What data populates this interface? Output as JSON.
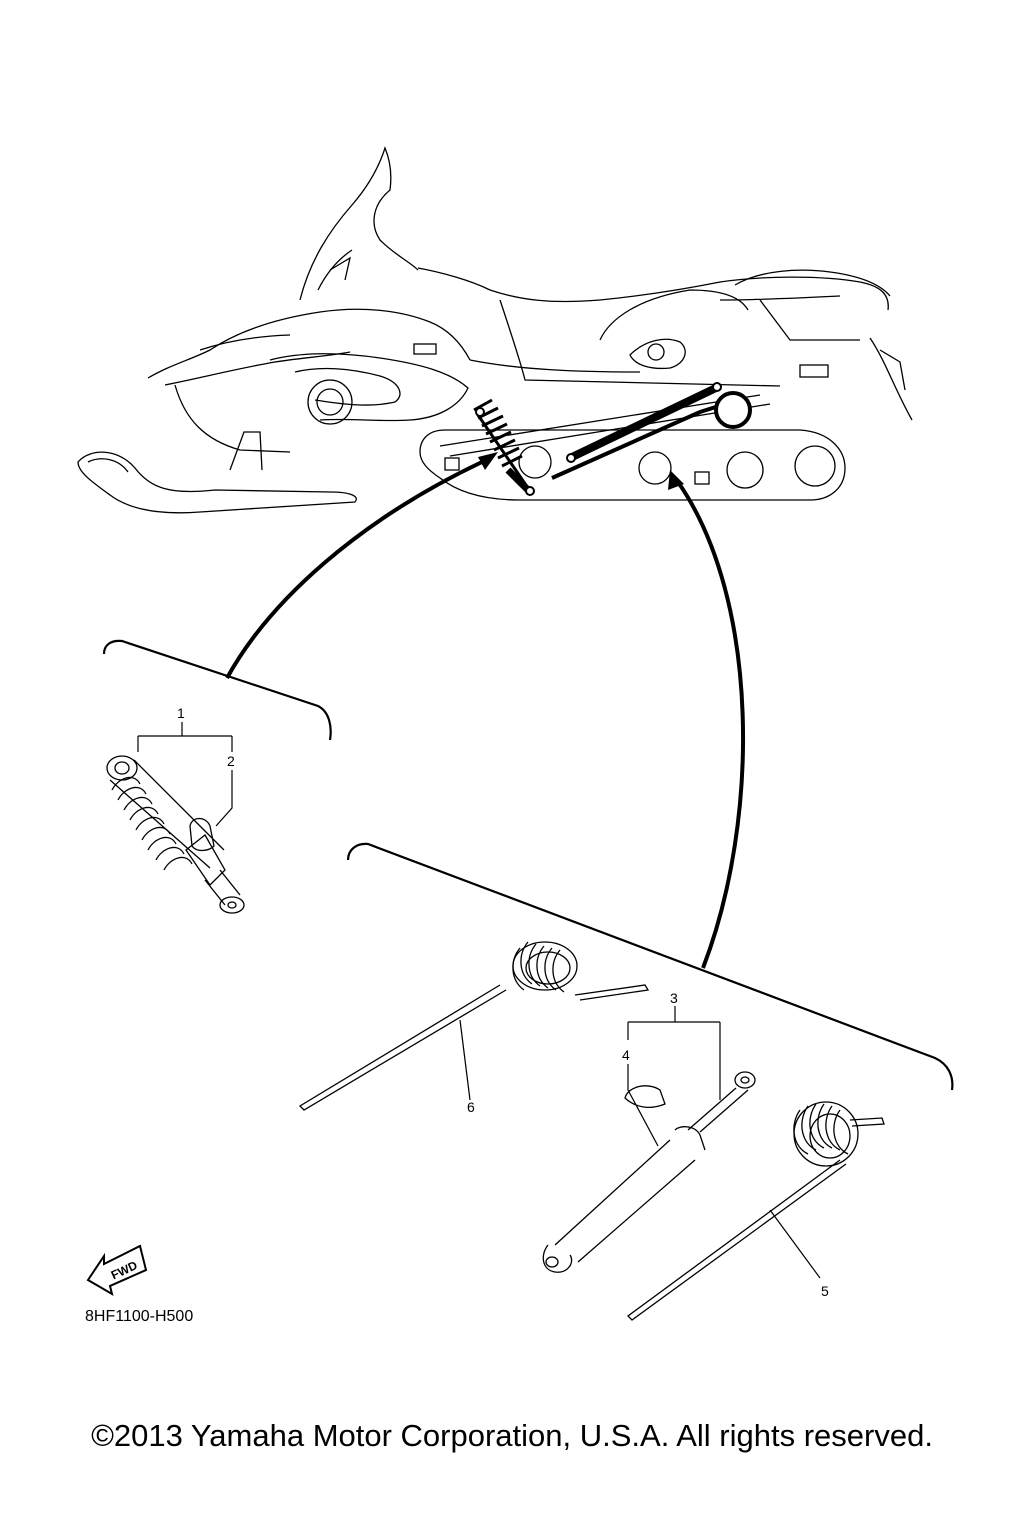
{
  "callouts": [
    "1",
    "2",
    "3",
    "4",
    "5",
    "6"
  ],
  "fwd_label": "FWD",
  "diagram_code": "8HF1100-H500",
  "copyright": "©2013 Yamaha Motor Corporation, U.S.A. All rights reserved."
}
